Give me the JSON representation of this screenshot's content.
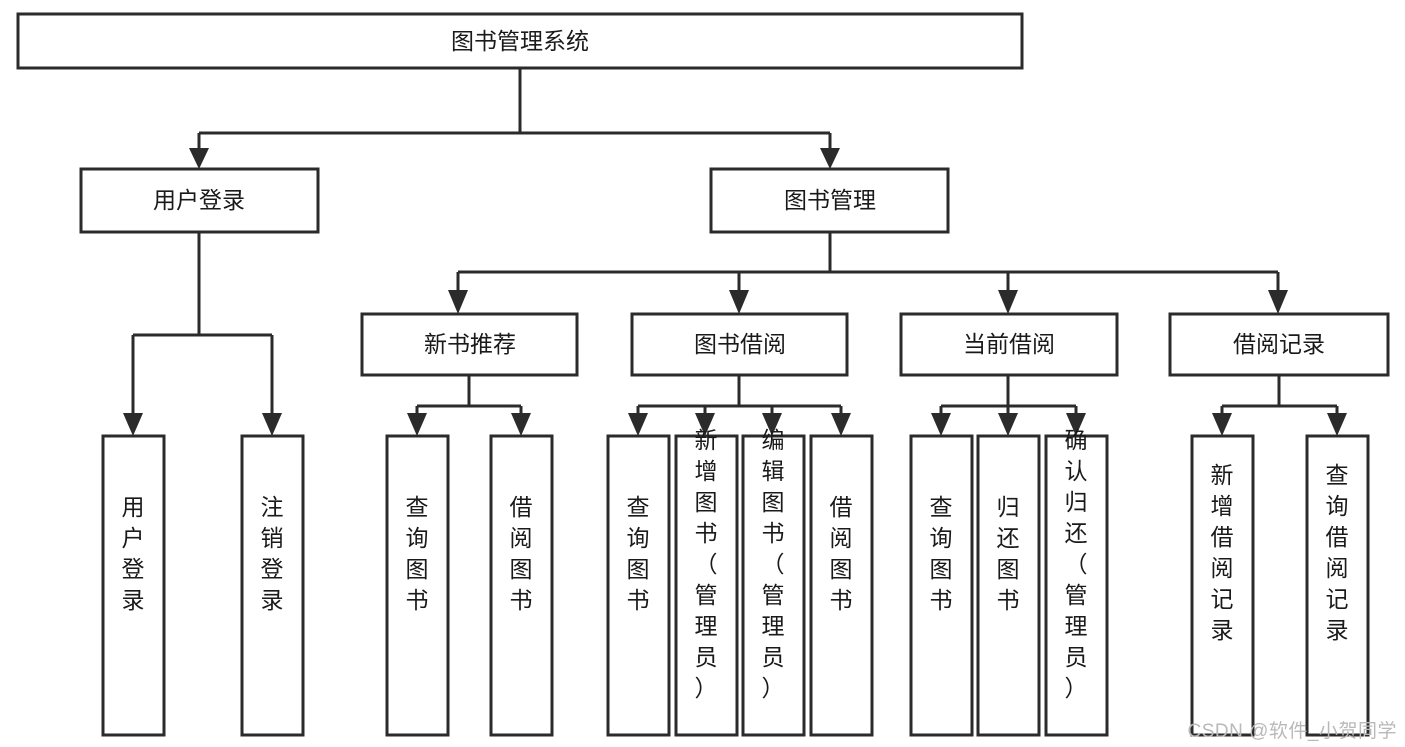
{
  "diagram": {
    "title": "图书管理系统",
    "type": "tree",
    "watermark": "CSDN @软件_小贺同学",
    "colors": {
      "box_stroke": "#2b2b2b",
      "box_fill": "#ffffff",
      "text": "#1a1a1a",
      "connector": "#2b2b2b",
      "watermark": "#b9b9b9",
      "background": "#ffffff"
    },
    "levels": {
      "root": {
        "label": "图书管理系统",
        "orientation": "horizontal"
      },
      "level2": [
        {
          "label": "用户登录",
          "orientation": "horizontal"
        },
        {
          "label": "图书管理",
          "orientation": "horizontal"
        }
      ],
      "level3": [
        {
          "label": "新书推荐",
          "orientation": "horizontal",
          "parent": "图书管理"
        },
        {
          "label": "图书借阅",
          "orientation": "horizontal",
          "parent": "图书管理"
        },
        {
          "label": "当前借阅",
          "orientation": "horizontal",
          "parent": "图书管理"
        },
        {
          "label": "借阅记录",
          "orientation": "horizontal",
          "parent": "图书管理"
        }
      ],
      "leaves": [
        {
          "label": "用户登录",
          "orientation": "vertical",
          "parent": "用户登录"
        },
        {
          "label": "注销登录",
          "orientation": "vertical",
          "parent": "用户登录"
        },
        {
          "label": "查询图书",
          "orientation": "vertical",
          "parent": "新书推荐"
        },
        {
          "label": "借阅图书",
          "orientation": "vertical",
          "parent": "新书推荐"
        },
        {
          "label": "查询图书",
          "orientation": "vertical",
          "parent": "图书借阅"
        },
        {
          "label": "新增图书（管理员）",
          "orientation": "vertical",
          "parent": "图书借阅"
        },
        {
          "label": "编辑图书（管理员）",
          "orientation": "vertical",
          "parent": "图书借阅"
        },
        {
          "label": "借阅图书",
          "orientation": "vertical",
          "parent": "图书借阅"
        },
        {
          "label": "查询图书",
          "orientation": "vertical",
          "parent": "当前借阅"
        },
        {
          "label": "归还图书",
          "orientation": "vertical",
          "parent": "当前借阅"
        },
        {
          "label": "确认归还（管理员）",
          "orientation": "vertical",
          "parent": "当前借阅"
        },
        {
          "label": "新增借阅记录",
          "orientation": "vertical",
          "parent": "借阅记录"
        },
        {
          "label": "查询借阅记录",
          "orientation": "vertical",
          "parent": "借阅记录"
        }
      ]
    }
  }
}
